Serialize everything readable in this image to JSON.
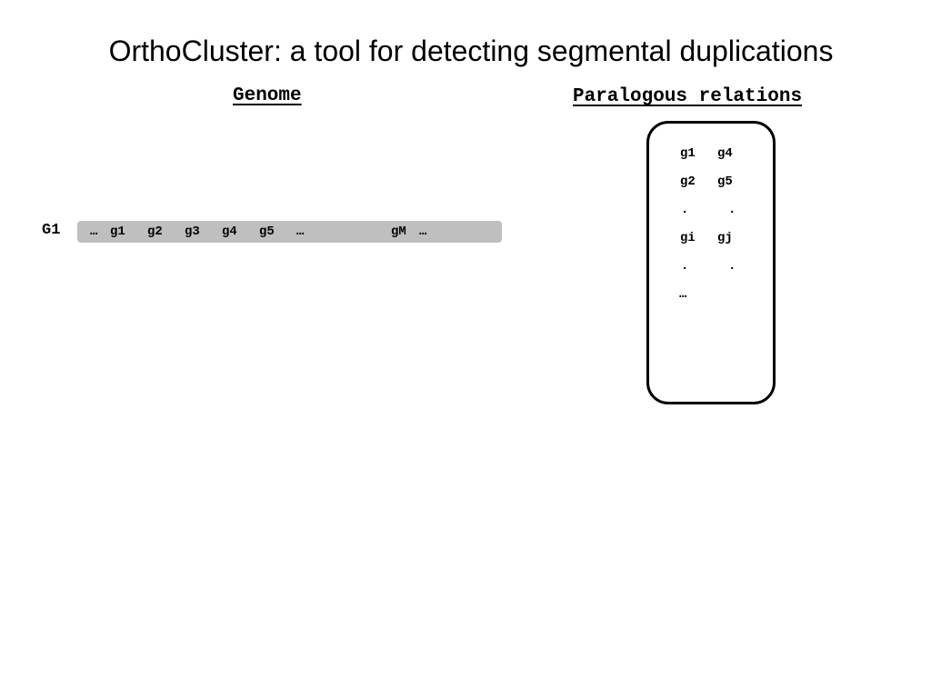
{
  "title": "OrthoCluster: a tool for detecting segmental duplications",
  "headings": {
    "genome": "Genome",
    "paralogous": "Paralogous relations"
  },
  "genome": {
    "label": "G1",
    "genes": [
      "…",
      "g1",
      "g2",
      "g3",
      "g4",
      "g5",
      "…",
      "gM",
      "…"
    ]
  },
  "relations": {
    "rows": [
      {
        "left": "g1",
        "right": "g4"
      },
      {
        "left": "g2",
        "right": "g5"
      },
      {
        "left": ".",
        "right": "."
      },
      {
        "left": "gi",
        "right": "gj"
      },
      {
        "left": ".",
        "right": "."
      },
      {
        "left": "…",
        "right": ""
      }
    ]
  },
  "colors": {
    "chromosome_fill": "#bfbfbf",
    "text": "#000000",
    "background": "#ffffff"
  }
}
